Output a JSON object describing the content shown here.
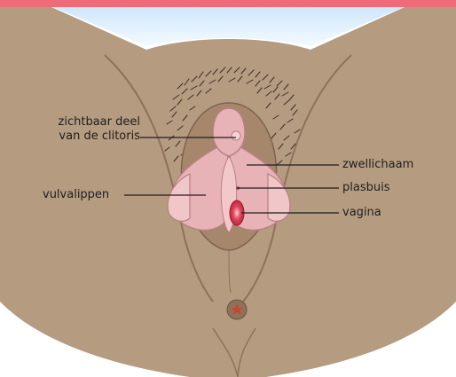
{
  "labels": {
    "clitoris_line1": "zichtbaar deel",
    "clitoris_line2": "van de clitoris",
    "labia": "vulvalippen",
    "erectile_tissue": "zwellichaam",
    "urethra": "plasbuis",
    "vagina": "vagina"
  },
  "colors": {
    "top_bar": "#ee6b7a",
    "sky": "#dcefff",
    "skin": "#b59b80",
    "skin_dark": "#8f7259",
    "labia_pink": "#e8b3b6",
    "vagina_red": "#d8344a",
    "leader": "#1e1e1e"
  }
}
